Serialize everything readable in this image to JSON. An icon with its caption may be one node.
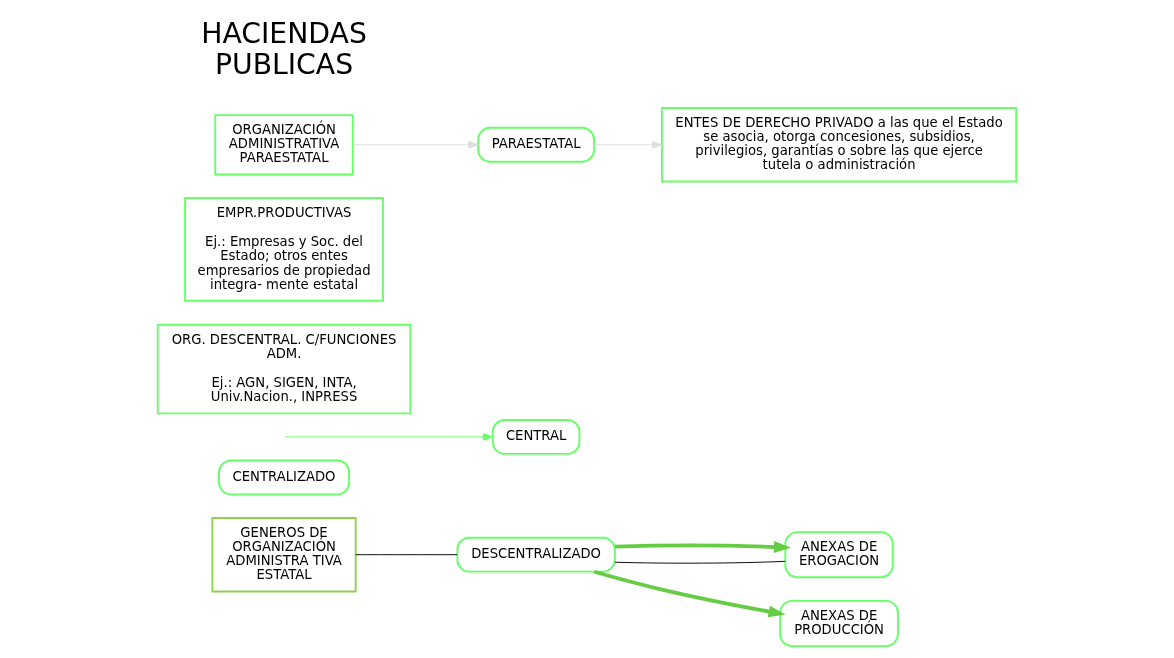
{
  "diagram": {
    "nodes": [
      {
        "text": [
          "GENEROS DE ORGANIZACIÓN ADMINISTRA TIVA ESTATAL"
        ]
      },
      {
        "text": [
          "CENTRALIZADO"
        ]
      },
      {
        "text": [
          "CENTRAL"
        ]
      },
      {
        "text": [
          "DESCENTRALIZADO"
        ]
      },
      {
        "text": [
          "ANEXAS DE EROGACION"
        ]
      },
      {
        "text": [
          "ORG. DESCENTRAL. C/FUNCIONES ADM.",
          "Ej.: AGN, SIGEN, INTA, Univ.Nacion., INPRESS"
        ]
      },
      {
        "text": [
          "ANEXAS DE PRODUCCIÓN"
        ]
      },
      {
        "text": [
          "EMPR.PRODUCTIVAS",
          "Ej.: Empresas y Soc. del Estado; otros entes empresarios de propiedad integra- mente estatal"
        ]
      },
      {
        "text": [
          "ORGANIZACIÓN ADMINISTRATIVA PARAESTATAL"
        ]
      },
      {
        "text": [
          "PARAESTATAL"
        ]
      },
      {
        "text": [
          "ENTES DE DERECHO PRIVADO a las que el Estado se asocia, otorga concesiones, subsidios, privilegios, garantías o sobre las que ejerce tutela o administración"
        ]
      }
    ],
    "edges": [
      {
        "from": 0,
        "to": 3,
        "arrow": "none"
      },
      {
        "from": 3,
        "to": 4,
        "arrow": "none"
      },
      {
        "from": null,
        "to": 2,
        "arrow": "to",
        "color": "#66ff66"
      },
      {
        "from": 3,
        "to": 4,
        "arrow": "to",
        "style": "thick",
        "color": "#66cc44"
      },
      {
        "from": 3,
        "to": 6,
        "arrow": "to",
        "style": "thick",
        "color": "#66cc44"
      },
      {
        "from": 8,
        "to": 9,
        "arrow": "to",
        "color": "#dddddd"
      },
      {
        "from": 9,
        "to": 10,
        "arrow": "to",
        "color": "#dddddd"
      }
    ],
    "labels": [
      "HACIENDAS PUBLICAS"
    ]
  }
}
